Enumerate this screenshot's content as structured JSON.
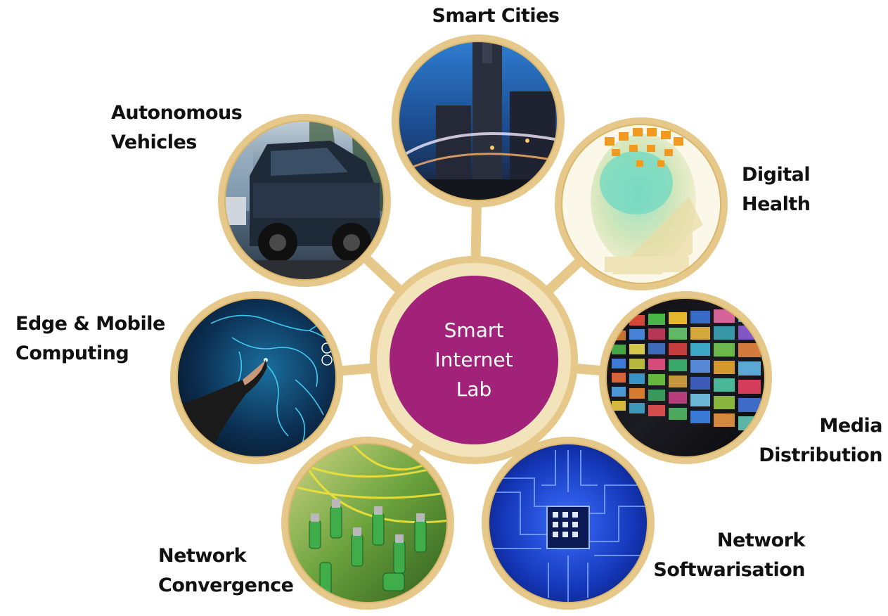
{
  "center": {
    "line1": "Smart",
    "line2": "Internet",
    "line3": "Lab"
  },
  "topics": [
    {
      "id": "smart-cities",
      "lines": [
        "Smart Cities"
      ]
    },
    {
      "id": "digital-health",
      "lines": [
        "Digital",
        "Health"
      ]
    },
    {
      "id": "media-distribution",
      "lines": [
        "Media",
        "Distribution"
      ]
    },
    {
      "id": "network-softwarisation",
      "lines": [
        "Network",
        "Softwarisation"
      ]
    },
    {
      "id": "network-convergence",
      "lines": [
        "Network",
        "Convergence"
      ]
    },
    {
      "id": "edge-mobile-computing",
      "lines": [
        "Edge & Mobile",
        "Computing"
      ]
    },
    {
      "id": "autonomous-vehicles",
      "lines": [
        "Autonomous",
        "Vehicles"
      ]
    }
  ],
  "colors": {
    "hub_fill": "#a2227a",
    "ring_gold": "#e6c98a",
    "ring_gold_dark": "#d9b66b",
    "text": "#111111"
  },
  "icons": [
    "city-tower-photo",
    "brain-scan-photo",
    "video-wall-photo",
    "circuit-board-photo",
    "fiber-cables-photo",
    "world-map-touch-photo",
    "armored-vehicle-photo"
  ]
}
